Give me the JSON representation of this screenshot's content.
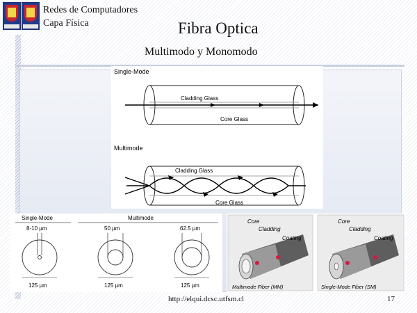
{
  "header": {
    "line1": "Redes de Computadores",
    "line2": "Capa Física"
  },
  "slide": {
    "title": "Fibra Optica",
    "subtitle": "Multimodo y Monomodo"
  },
  "figure_a": {
    "single_mode_label": "Single-Mode",
    "cladding_label_1": "Cladding Glass",
    "core_label_1": "Core Glass",
    "multimode_label": "Multimode",
    "cladding_label_2": "Cladding Glass",
    "core_label_2": "Core Glass"
  },
  "figure_b": {
    "single_mode_label": "Single-Mode",
    "multimode_label": "Multimode",
    "core_sizes": [
      "8-10 µm",
      "50 µm",
      "62.5 µm"
    ],
    "cladding_sizes": [
      "125 µm",
      "125 µm",
      "125 µm"
    ]
  },
  "figure_c": {
    "mm_labels": {
      "core": "Core",
      "cladding": "Cladding",
      "coating": "Coating"
    },
    "sm_labels": {
      "core": "Core",
      "cladding": "Cladding",
      "coating": "Coating"
    },
    "mm_caption": "Multimode Fiber (MM)",
    "sm_caption": "Single-Mode Fiber (SM)"
  },
  "footer": {
    "url": "http://elqui.dcsc.utfsm.cl",
    "page": "17"
  }
}
